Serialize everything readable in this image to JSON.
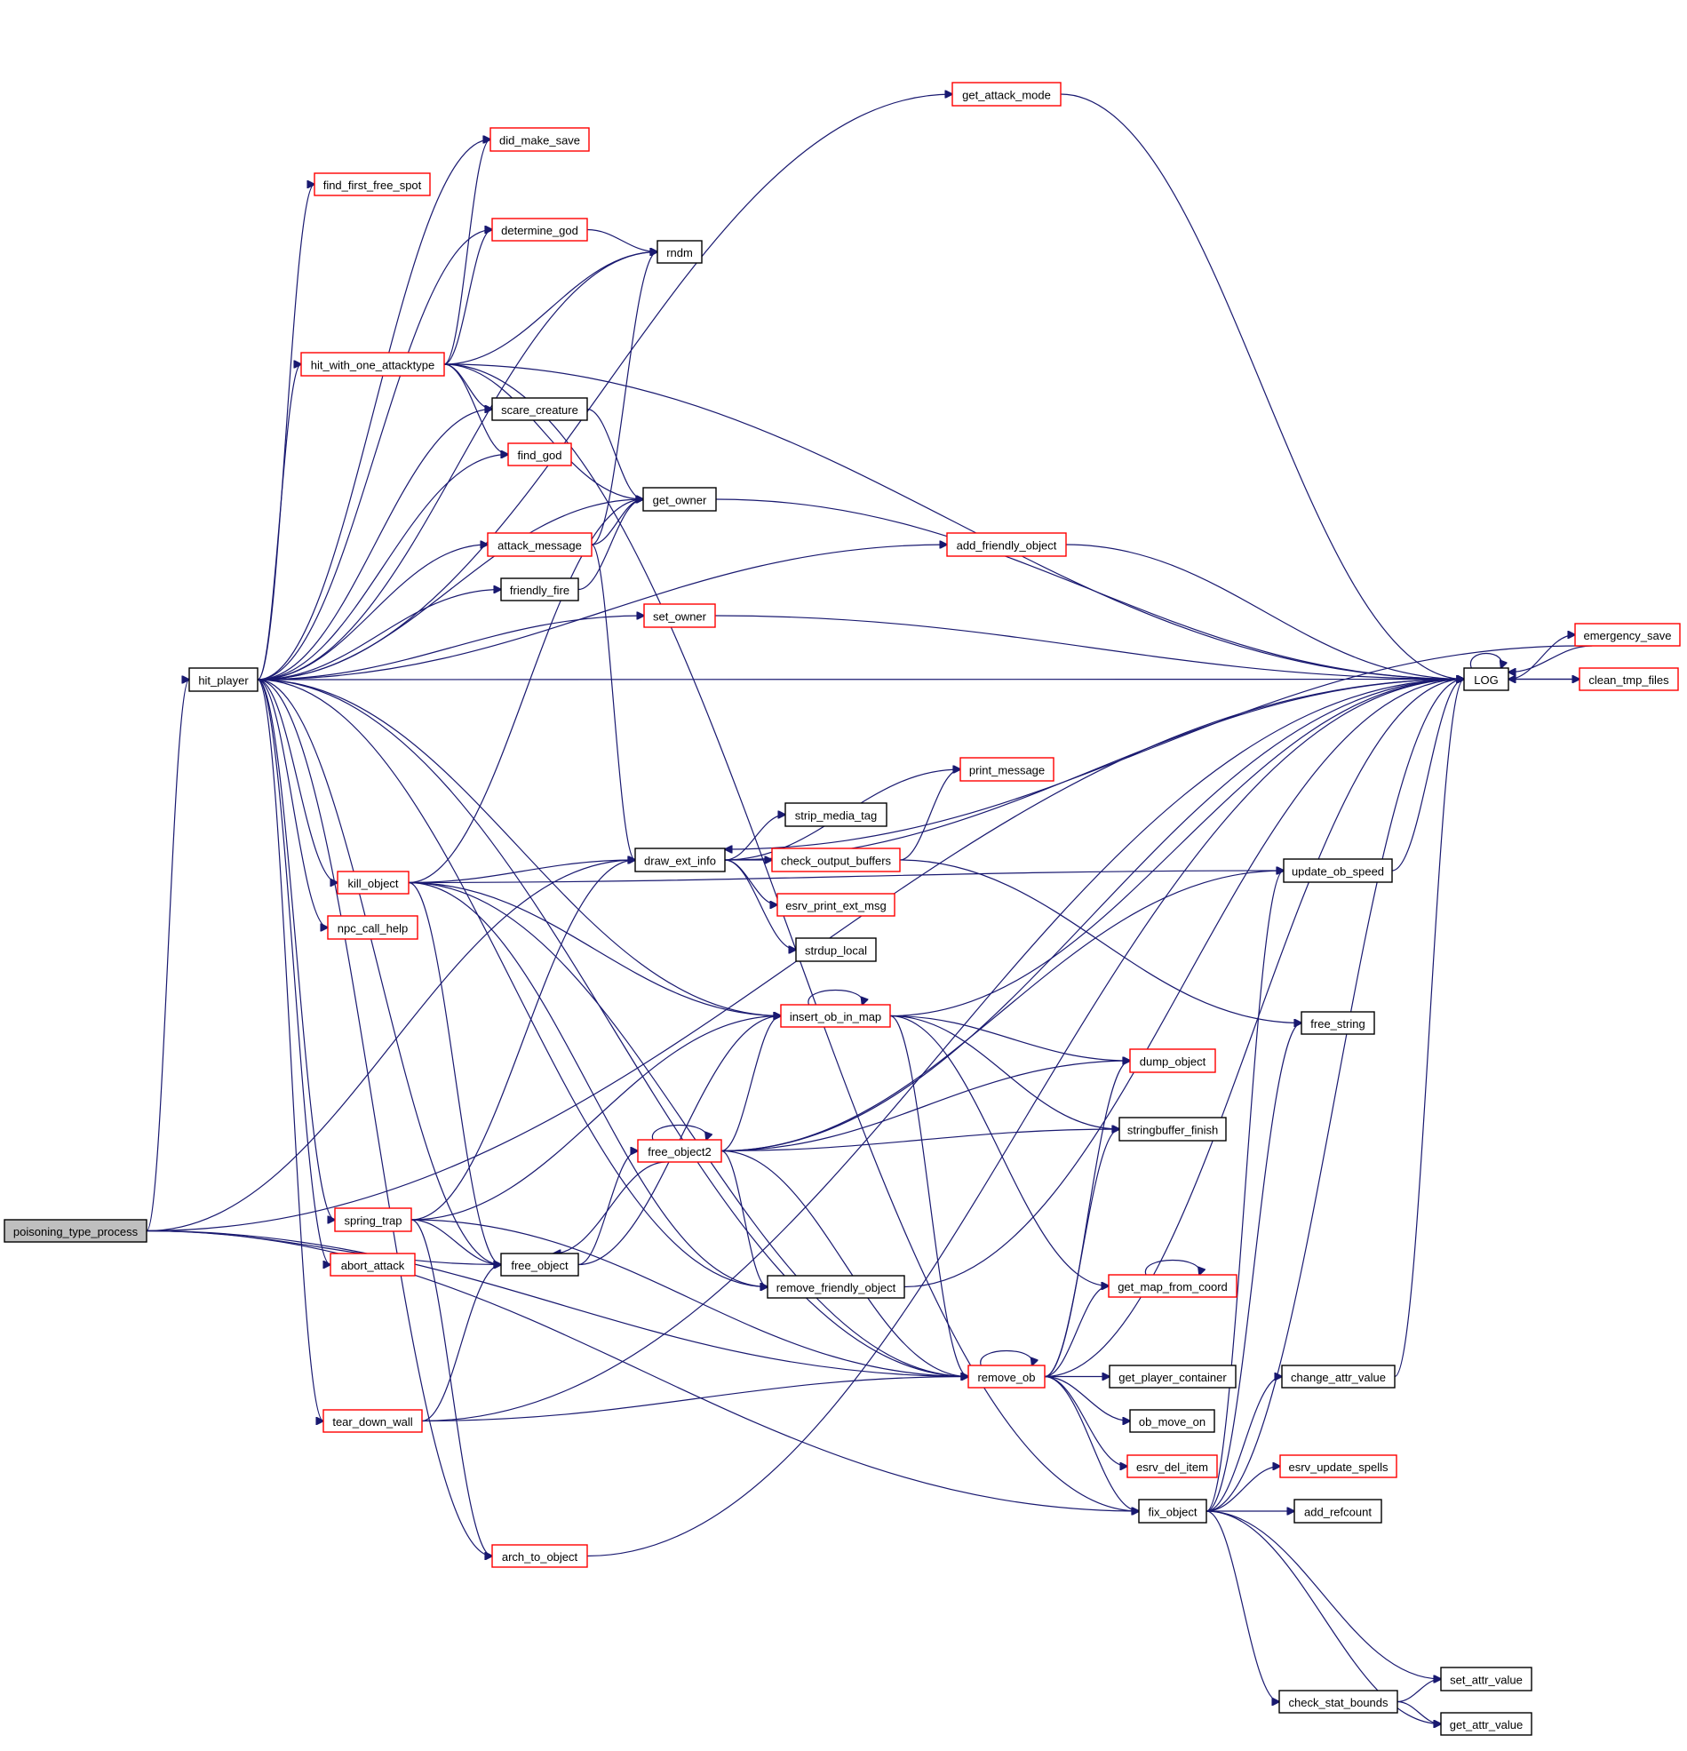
{
  "diagram": {
    "type": "call-graph",
    "edge_color": "#191970",
    "border_colors": {
      "documented": "#000000",
      "undocumented": "#ff0000",
      "root_fill": "#bfbfbf"
    },
    "nodes": [
      {
        "id": "poisoning_type_process",
        "label": "poisoning_type_process",
        "style": "root"
      },
      {
        "id": "hit_player",
        "label": "hit_player",
        "style": "black"
      },
      {
        "id": "get_attack_mode",
        "label": "get_attack_mode",
        "style": "red"
      },
      {
        "id": "did_make_save",
        "label": "did_make_save",
        "style": "red"
      },
      {
        "id": "find_first_free_spot",
        "label": "find_first_free_spot",
        "style": "red"
      },
      {
        "id": "determine_god",
        "label": "determine_god",
        "style": "red"
      },
      {
        "id": "rndm",
        "label": "rndm",
        "style": "black"
      },
      {
        "id": "hit_with_one_attacktype",
        "label": "hit_with_one_attacktype",
        "style": "red"
      },
      {
        "id": "scare_creature",
        "label": "scare_creature",
        "style": "black"
      },
      {
        "id": "find_god",
        "label": "find_god",
        "style": "red"
      },
      {
        "id": "get_owner",
        "label": "get_owner",
        "style": "black"
      },
      {
        "id": "attack_message",
        "label": "attack_message",
        "style": "red"
      },
      {
        "id": "add_friendly_object",
        "label": "add_friendly_object",
        "style": "red"
      },
      {
        "id": "friendly_fire",
        "label": "friendly_fire",
        "style": "black"
      },
      {
        "id": "set_owner",
        "label": "set_owner",
        "style": "red"
      },
      {
        "id": "LOG",
        "label": "LOG",
        "style": "black"
      },
      {
        "id": "emergency_save",
        "label": "emergency_save",
        "style": "red"
      },
      {
        "id": "clean_tmp_files",
        "label": "clean_tmp_files",
        "style": "red"
      },
      {
        "id": "print_message",
        "label": "print_message",
        "style": "red"
      },
      {
        "id": "strip_media_tag",
        "label": "strip_media_tag",
        "style": "black"
      },
      {
        "id": "draw_ext_info",
        "label": "draw_ext_info",
        "style": "black"
      },
      {
        "id": "check_output_buffers",
        "label": "check_output_buffers",
        "style": "red"
      },
      {
        "id": "esrv_print_ext_msg",
        "label": "esrv_print_ext_msg",
        "style": "red"
      },
      {
        "id": "strdup_local",
        "label": "strdup_local",
        "style": "black"
      },
      {
        "id": "kill_object",
        "label": "kill_object",
        "style": "red"
      },
      {
        "id": "npc_call_help",
        "label": "npc_call_help",
        "style": "red"
      },
      {
        "id": "update_ob_speed",
        "label": "update_ob_speed",
        "style": "black"
      },
      {
        "id": "insert_ob_in_map",
        "label": "insert_ob_in_map",
        "style": "red"
      },
      {
        "id": "free_string",
        "label": "free_string",
        "style": "black"
      },
      {
        "id": "dump_object",
        "label": "dump_object",
        "style": "red"
      },
      {
        "id": "free_object2",
        "label": "free_object2",
        "style": "red"
      },
      {
        "id": "stringbuffer_finish",
        "label": "stringbuffer_finish",
        "style": "black"
      },
      {
        "id": "spring_trap",
        "label": "spring_trap",
        "style": "red"
      },
      {
        "id": "abort_attack",
        "label": "abort_attack",
        "style": "red"
      },
      {
        "id": "free_object",
        "label": "free_object",
        "style": "black"
      },
      {
        "id": "remove_friendly_object",
        "label": "remove_friendly_object",
        "style": "black"
      },
      {
        "id": "get_map_from_coord",
        "label": "get_map_from_coord",
        "style": "red"
      },
      {
        "id": "remove_ob",
        "label": "remove_ob",
        "style": "red"
      },
      {
        "id": "get_player_container",
        "label": "get_player_container",
        "style": "black"
      },
      {
        "id": "change_attr_value",
        "label": "change_attr_value",
        "style": "black"
      },
      {
        "id": "tear_down_wall",
        "label": "tear_down_wall",
        "style": "red"
      },
      {
        "id": "ob_move_on",
        "label": "ob_move_on",
        "style": "black"
      },
      {
        "id": "esrv_del_item",
        "label": "esrv_del_item",
        "style": "red"
      },
      {
        "id": "esrv_update_spells",
        "label": "esrv_update_spells",
        "style": "red"
      },
      {
        "id": "fix_object",
        "label": "fix_object",
        "style": "black"
      },
      {
        "id": "add_refcount",
        "label": "add_refcount",
        "style": "black"
      },
      {
        "id": "arch_to_object",
        "label": "arch_to_object",
        "style": "red"
      },
      {
        "id": "set_attr_value",
        "label": "set_attr_value",
        "style": "black"
      },
      {
        "id": "check_stat_bounds",
        "label": "check_stat_bounds",
        "style": "black"
      },
      {
        "id": "get_attr_value",
        "label": "get_attr_value",
        "style": "black"
      }
    ],
    "edges": [
      [
        "poisoning_type_process",
        "hit_player"
      ],
      [
        "poisoning_type_process",
        "LOG"
      ],
      [
        "poisoning_type_process",
        "draw_ext_info"
      ],
      [
        "poisoning_type_process",
        "free_object"
      ],
      [
        "poisoning_type_process",
        "remove_ob"
      ],
      [
        "poisoning_type_process",
        "fix_object"
      ],
      [
        "hit_player",
        "get_attack_mode"
      ],
      [
        "hit_player",
        "did_make_save"
      ],
      [
        "hit_player",
        "find_first_free_spot"
      ],
      [
        "hit_player",
        "rndm"
      ],
      [
        "hit_player",
        "determine_god"
      ],
      [
        "hit_player",
        "LOG"
      ],
      [
        "hit_player",
        "hit_with_one_attacktype"
      ],
      [
        "hit_player",
        "scare_creature"
      ],
      [
        "hit_player",
        "find_god"
      ],
      [
        "hit_player",
        "get_owner"
      ],
      [
        "hit_player",
        "attack_message"
      ],
      [
        "hit_player",
        "friendly_fire"
      ],
      [
        "hit_player",
        "add_friendly_object"
      ],
      [
        "hit_player",
        "set_owner"
      ],
      [
        "hit_player",
        "kill_object"
      ],
      [
        "hit_player",
        "npc_call_help"
      ],
      [
        "hit_player",
        "insert_ob_in_map"
      ],
      [
        "hit_player",
        "spring_trap"
      ],
      [
        "hit_player",
        "abort_attack"
      ],
      [
        "hit_player",
        "free_object"
      ],
      [
        "hit_player",
        "remove_friendly_object"
      ],
      [
        "hit_player",
        "tear_down_wall"
      ],
      [
        "hit_player",
        "remove_ob"
      ],
      [
        "hit_player",
        "arch_to_object"
      ],
      [
        "get_attack_mode",
        "LOG"
      ],
      [
        "determine_god",
        "rndm"
      ],
      [
        "hit_with_one_attacktype",
        "did_make_save"
      ],
      [
        "hit_with_one_attacktype",
        "determine_god"
      ],
      [
        "hit_with_one_attacktype",
        "rndm"
      ],
      [
        "hit_with_one_attacktype",
        "LOG"
      ],
      [
        "hit_with_one_attacktype",
        "scare_creature"
      ],
      [
        "hit_with_one_attacktype",
        "find_god"
      ],
      [
        "hit_with_one_attacktype",
        "get_owner"
      ],
      [
        "hit_with_one_attacktype",
        "fix_object"
      ],
      [
        "scare_creature",
        "get_owner"
      ],
      [
        "get_owner",
        "LOG"
      ],
      [
        "attack_message",
        "rndm"
      ],
      [
        "attack_message",
        "get_owner"
      ],
      [
        "attack_message",
        "draw_ext_info"
      ],
      [
        "friendly_fire",
        "get_owner"
      ],
      [
        "add_friendly_object",
        "LOG"
      ],
      [
        "set_owner",
        "LOG"
      ],
      [
        "LOG",
        "LOG"
      ],
      [
        "LOG",
        "emergency_save"
      ],
      [
        "LOG",
        "clean_tmp_files"
      ],
      [
        "emergency_save",
        "LOG"
      ],
      [
        "emergency_save",
        "draw_ext_info"
      ],
      [
        "clean_tmp_files",
        "LOG"
      ],
      [
        "draw_ext_info",
        "LOG"
      ],
      [
        "draw_ext_info",
        "print_message"
      ],
      [
        "draw_ext_info",
        "strip_media_tag"
      ],
      [
        "draw_ext_info",
        "check_output_buffers"
      ],
      [
        "draw_ext_info",
        "esrv_print_ext_msg"
      ],
      [
        "draw_ext_info",
        "strdup_local"
      ],
      [
        "check_output_buffers",
        "print_message"
      ],
      [
        "check_output_buffers",
        "free_string"
      ],
      [
        "kill_object",
        "get_owner"
      ],
      [
        "kill_object",
        "update_ob_speed"
      ],
      [
        "kill_object",
        "draw_ext_info"
      ],
      [
        "kill_object",
        "insert_ob_in_map"
      ],
      [
        "kill_object",
        "free_object"
      ],
      [
        "kill_object",
        "remove_friendly_object"
      ],
      [
        "kill_object",
        "remove_ob"
      ],
      [
        "update_ob_speed",
        "LOG"
      ],
      [
        "insert_ob_in_map",
        "insert_ob_in_map"
      ],
      [
        "insert_ob_in_map",
        "LOG"
      ],
      [
        "insert_ob_in_map",
        "dump_object"
      ],
      [
        "insert_ob_in_map",
        "stringbuffer_finish"
      ],
      [
        "insert_ob_in_map",
        "get_map_from_coord"
      ],
      [
        "insert_ob_in_map",
        "remove_ob"
      ],
      [
        "free_object2",
        "free_object2"
      ],
      [
        "free_object2",
        "insert_ob_in_map"
      ],
      [
        "free_object2",
        "update_ob_speed"
      ],
      [
        "free_object2",
        "dump_object"
      ],
      [
        "free_object2",
        "stringbuffer_finish"
      ],
      [
        "free_object2",
        "LOG"
      ],
      [
        "free_object2",
        "free_object"
      ],
      [
        "free_object2",
        "remove_friendly_object"
      ],
      [
        "free_object2",
        "remove_ob"
      ],
      [
        "spring_trap",
        "draw_ext_info"
      ],
      [
        "spring_trap",
        "insert_ob_in_map"
      ],
      [
        "spring_trap",
        "free_object"
      ],
      [
        "spring_trap",
        "remove_ob"
      ],
      [
        "spring_trap",
        "arch_to_object"
      ],
      [
        "free_object",
        "free_object2"
      ],
      [
        "free_object",
        "insert_ob_in_map"
      ],
      [
        "remove_friendly_object",
        "LOG"
      ],
      [
        "get_map_from_coord",
        "get_map_from_coord"
      ],
      [
        "remove_ob",
        "remove_ob"
      ],
      [
        "remove_ob",
        "dump_object"
      ],
      [
        "remove_ob",
        "stringbuffer_finish"
      ],
      [
        "remove_ob",
        "get_map_from_coord"
      ],
      [
        "remove_ob",
        "LOG"
      ],
      [
        "remove_ob",
        "get_player_container"
      ],
      [
        "remove_ob",
        "ob_move_on"
      ],
      [
        "remove_ob",
        "esrv_del_item"
      ],
      [
        "remove_ob",
        "fix_object"
      ],
      [
        "change_attr_value",
        "LOG"
      ],
      [
        "tear_down_wall",
        "free_object"
      ],
      [
        "tear_down_wall",
        "remove_ob"
      ],
      [
        "tear_down_wall",
        "LOG"
      ],
      [
        "fix_object",
        "update_ob_speed"
      ],
      [
        "fix_object",
        "free_string"
      ],
      [
        "fix_object",
        "LOG"
      ],
      [
        "fix_object",
        "change_attr_value"
      ],
      [
        "fix_object",
        "esrv_update_spells"
      ],
      [
        "fix_object",
        "add_refcount"
      ],
      [
        "fix_object",
        "set_attr_value"
      ],
      [
        "fix_object",
        "check_stat_bounds"
      ],
      [
        "fix_object",
        "get_attr_value"
      ],
      [
        "arch_to_object",
        "LOG"
      ],
      [
        "check_stat_bounds",
        "set_attr_value"
      ],
      [
        "check_stat_bounds",
        "get_attr_value"
      ]
    ]
  }
}
